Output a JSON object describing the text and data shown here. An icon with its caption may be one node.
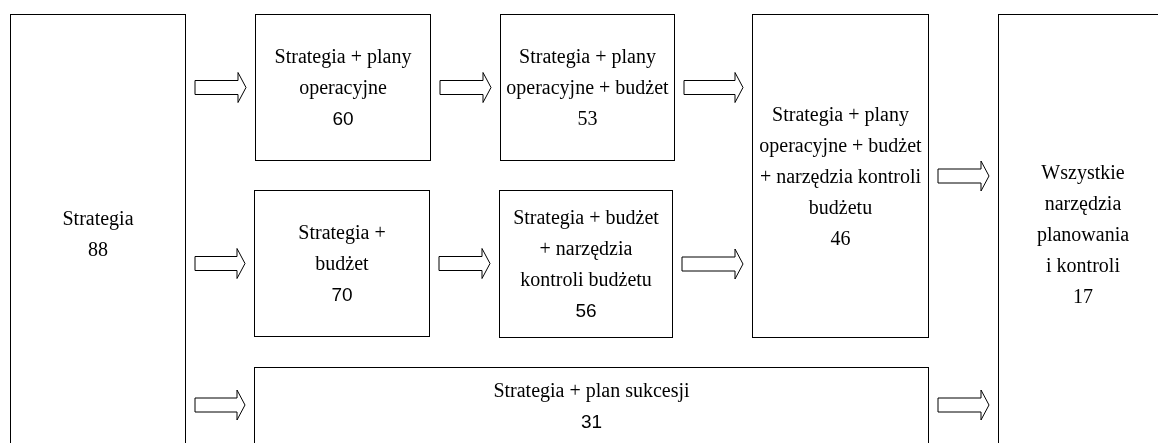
{
  "diagram": {
    "nodes": [
      {
        "text": [
          "Strategia",
          "88"
        ]
      },
      {
        "text": [
          "Strategia + plany operacyjne",
          "60"
        ]
      },
      {
        "text": [
          "Strategia + plany operacyjne + budżet",
          "53"
        ]
      },
      {
        "text": [
          "Strategia + budżet",
          "70"
        ]
      },
      {
        "text": [
          "Strategia + budżet + narzędzia kontroli budżetu",
          "56"
        ]
      },
      {
        "text": [
          "Strategia + plany operacyjne + budżet + narzędzia kontroli budżetu",
          "46"
        ]
      },
      {
        "text": [
          "Strategia + plan sukcesji",
          "31"
        ]
      },
      {
        "text": [
          "Wszystkie narzędzia planowania i kontroli",
          "17"
        ]
      }
    ],
    "edges": [
      {
        "from": 0,
        "to": 1,
        "arrow": "to"
      },
      {
        "from": 1,
        "to": 2,
        "arrow": "to"
      },
      {
        "from": 2,
        "to": 5,
        "arrow": "to"
      },
      {
        "from": 0,
        "to": 3,
        "arrow": "to"
      },
      {
        "from": 3,
        "to": 4,
        "arrow": "to"
      },
      {
        "from": 4,
        "to": 5,
        "arrow": "to"
      },
      {
        "from": 0,
        "to": 6,
        "arrow": "to"
      },
      {
        "from": 5,
        "to": 7,
        "arrow": "to"
      },
      {
        "from": 6,
        "to": 7,
        "arrow": "to"
      }
    ]
  }
}
